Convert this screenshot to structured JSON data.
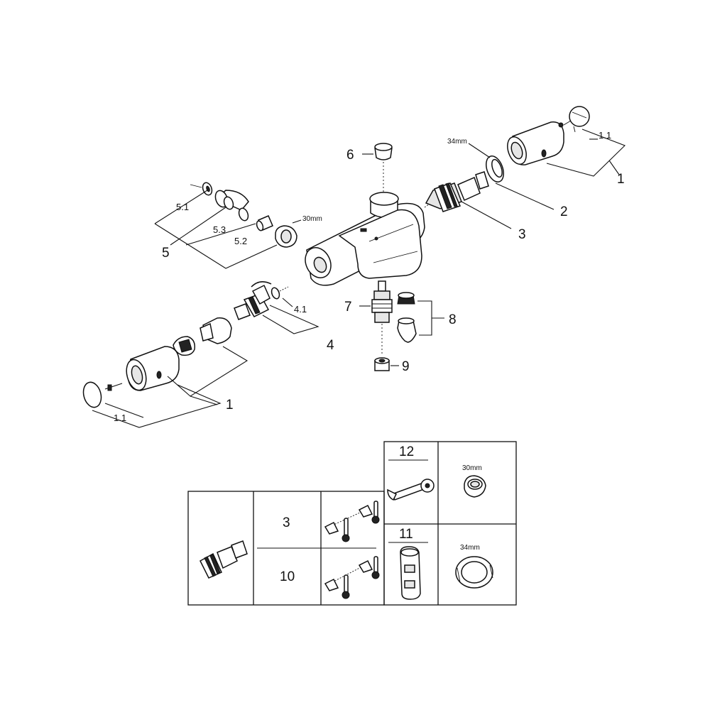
{
  "labels": {
    "p1_right": "1",
    "p1_left": "1",
    "p1_1_right": "1.1",
    "p1_1_left": "1.1",
    "p2": "2",
    "p3": "3",
    "p4": "4",
    "p4_1": "4.1",
    "p5": "5",
    "p5_1": "5.1",
    "p5_2": "5.2",
    "p5_3": "5.3",
    "p6": "6",
    "p7": "7",
    "p8": "8",
    "p9": "9"
  },
  "sizes": {
    "nut_30": "30mm",
    "ring_34": "34mm"
  },
  "table": {
    "row_a": "3",
    "row_b": "10",
    "tool_wrench": "12",
    "tool_key": "11",
    "wrench_size": "30mm",
    "ring_size": "34mm"
  }
}
